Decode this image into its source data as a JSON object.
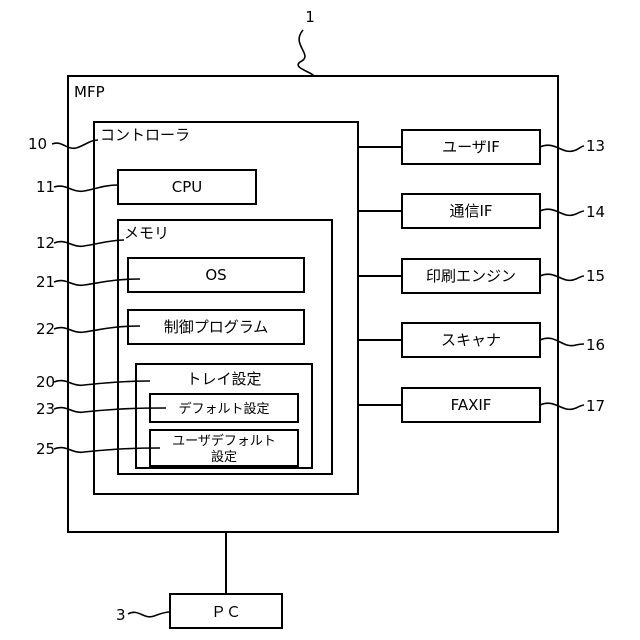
{
  "refs": {
    "system": "1",
    "pc": "3",
    "controller": "10",
    "cpu": "11",
    "memory": "12",
    "user_if": "13",
    "comm_if": "14",
    "print_engine": "15",
    "scanner": "16",
    "fax_if": "17",
    "tray_setting": "20",
    "os": "21",
    "control_program": "22",
    "default_setting": "23",
    "user_default_setting": "25"
  },
  "labels": {
    "mfp": "MFP",
    "controller": "コントローラ",
    "cpu": "CPU",
    "memory": "メモリ",
    "os": "OS",
    "control_program": "制御プログラム",
    "tray_setting": "トレイ設定",
    "default_setting": "デフォルト設定",
    "user_default_setting_line1": "ユーザデフォルト",
    "user_default_setting_line2": "設定",
    "user_if": "ユーザIF",
    "comm_if": "通信IF",
    "print_engine": "印刷エンジン",
    "scanner": "スキャナ",
    "fax_if": "FAXIF",
    "pc": "ＰＣ"
  }
}
